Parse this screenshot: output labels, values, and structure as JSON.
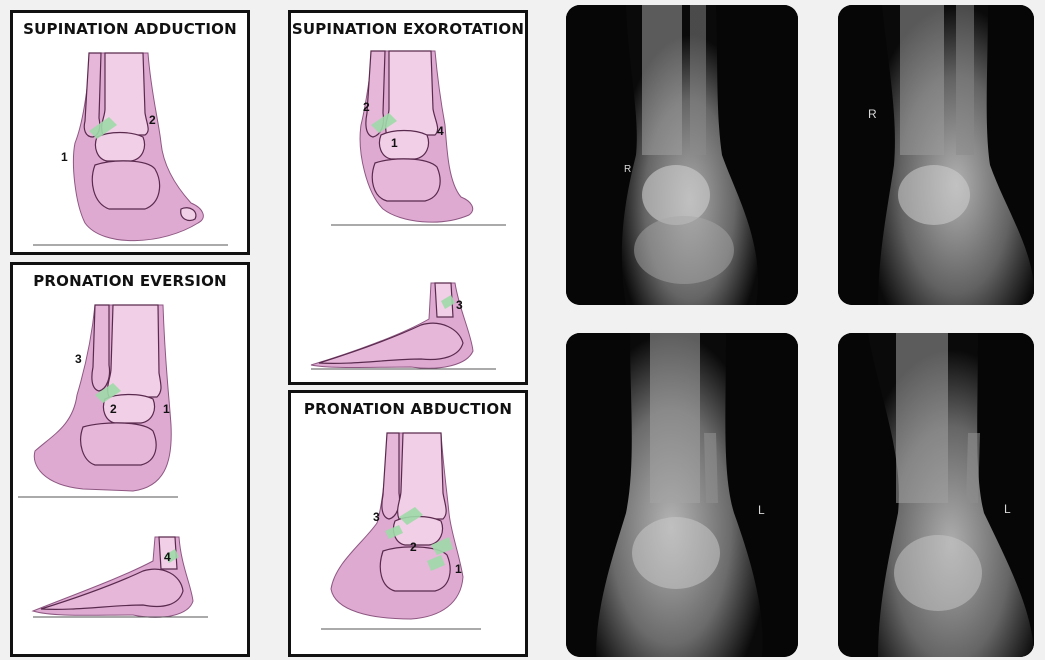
{
  "panels": {
    "supination_adduction": {
      "title": "SUPINATION ADDUCTION",
      "labels": [
        "1",
        "2"
      ]
    },
    "supination_exorotation": {
      "title": "SUPINATION EXOROTATION",
      "labels": [
        "1",
        "2",
        "3",
        "4"
      ]
    },
    "pronation_eversion": {
      "title": "PRONATION EVERSION",
      "labels": [
        "1",
        "2",
        "3",
        "4"
      ]
    },
    "pronation_abduction": {
      "title": "PRONATION ABDUCTION",
      "labels": [
        "1",
        "2",
        "3"
      ]
    }
  },
  "xrays": {
    "top_left": {
      "marker": "R"
    },
    "top_right": {
      "marker": "R"
    },
    "bottom_left": {
      "marker": "L"
    },
    "bottom_right": {
      "marker": "L"
    }
  }
}
